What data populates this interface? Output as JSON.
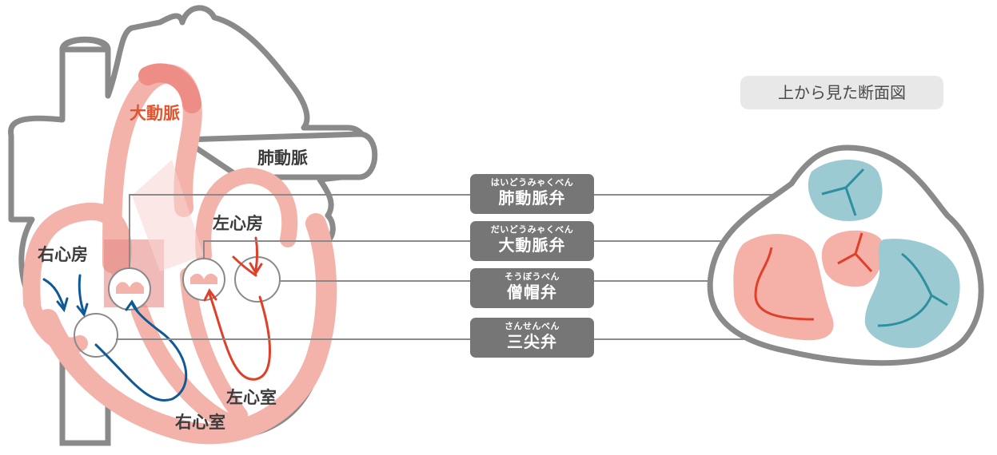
{
  "heart_labels": {
    "aorta": "大動脈",
    "pulmonary_artery": "肺動脈",
    "left_atrium": "左心房",
    "right_atrium": "右心房",
    "left_ventricle": "左心室",
    "right_ventricle": "右心室"
  },
  "valves": [
    {
      "ruby": "はいどうみゃくべん",
      "name": "肺動脈弁"
    },
    {
      "ruby": "だいどうみゃくべん",
      "name": "大動脈弁"
    },
    {
      "ruby": "そうぼうべん",
      "name": "僧帽弁"
    },
    {
      "ruby": "さんせんべん",
      "name": "三尖弁"
    }
  ],
  "cross_section": {
    "title": "上から見た断面図"
  },
  "colors": {
    "outline": "#8a8a8a",
    "muscle": "#f3b2aa",
    "aorta_label": "#e2552e",
    "red_flow": "#e0402a",
    "blue_flow": "#0f5a96",
    "teal_valve": "#9bcad2",
    "pink_valve": "#f5b0a8",
    "valve_box": "#767676"
  }
}
